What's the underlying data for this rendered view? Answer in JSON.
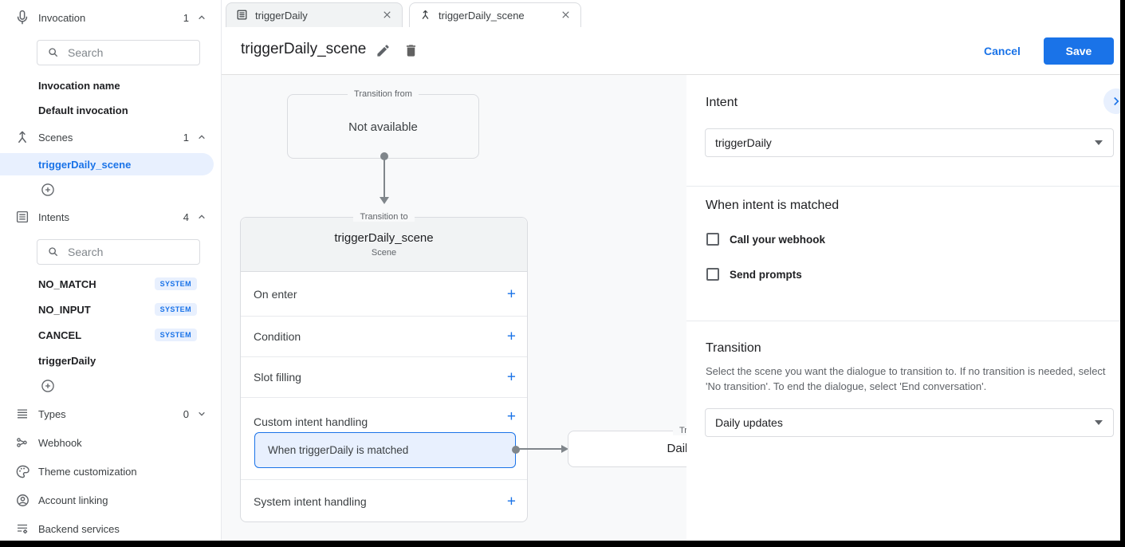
{
  "sidebar": {
    "sections": {
      "invocation": {
        "label": "Invocation",
        "count": "1"
      },
      "scenes": {
        "label": "Scenes",
        "count": "1"
      },
      "intents": {
        "label": "Intents",
        "count": "4"
      },
      "types": {
        "label": "Types",
        "count": "0"
      }
    },
    "search_placeholder": "Search",
    "invocation_items": [
      "Invocation name",
      "Default invocation"
    ],
    "selected_scene": "triggerDaily_scene",
    "intent_items": [
      {
        "label": "NO_MATCH",
        "badge": "SYSTEM"
      },
      {
        "label": "NO_INPUT",
        "badge": "SYSTEM"
      },
      {
        "label": "CANCEL",
        "badge": "SYSTEM"
      },
      {
        "label": "triggerDaily"
      }
    ],
    "tools": [
      "Webhook",
      "Theme customization",
      "Account linking",
      "Backend services"
    ]
  },
  "tabs": {
    "tab1": "triggerDaily",
    "tab2": "triggerDaily_scene"
  },
  "header": {
    "title": "triggerDaily_scene",
    "cancel_label": "Cancel",
    "save_label": "Save"
  },
  "canvas": {
    "plus": "+",
    "from_box": {
      "label": "Transition from",
      "value": "Not available"
    },
    "scene_box": {
      "label": "Transition to",
      "name": "triggerDaily_scene",
      "type": "Scene",
      "rows": [
        "On enter",
        "Condition",
        "Slot filling",
        "Custom intent handling",
        "System intent handling"
      ],
      "custom_item": "When triggerDaily is matched"
    },
    "next_box": {
      "label": "Transition to",
      "value": "Daily updates"
    }
  },
  "panel": {
    "intent": {
      "heading": "Intent",
      "value": "triggerDaily"
    },
    "matched": {
      "heading": "When intent is matched",
      "options": [
        "Call your webhook",
        "Send prompts"
      ]
    },
    "transition": {
      "heading": "Transition",
      "description": "Select the scene you want the dialogue to transition to. If no transition is needed, select 'No transition'. To end the dialogue, select 'End conversation'.",
      "value": "Daily updates"
    }
  },
  "colors": {
    "accent": "#1a73e8",
    "selection_bg": "#e8f0fe",
    "canvas_bg": "#f8f9fa",
    "border": "#dadce0"
  }
}
